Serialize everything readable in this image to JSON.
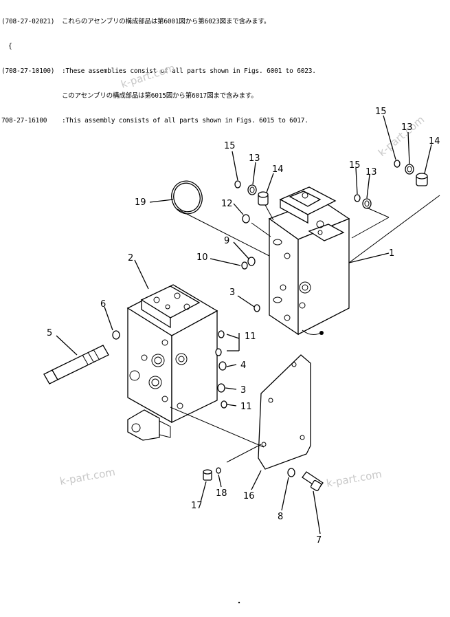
{
  "header": {
    "row1_code": "(708-27-02021)",
    "brace": "{",
    "row2_jp": "これらのアセンブリの構成部品は第6001図から第6023図まで含みます。",
    "row3_code": "(708-27-10100)",
    "row3_sep": ":",
    "row3_text": "These assemblies consist of all parts shown in Figs. 6001 to 6023.",
    "row4_jp": "このアセンブリの構成部品は第6015図から第6017図まで含みます。",
    "row5_code": "708-27-16100",
    "row5_sep": ":",
    "row5_text": "This assembly consists of all parts shown in Figs. 6015 to 6017."
  },
  "watermarks": [
    "k-part.com",
    "k-part.com",
    "k-part.com",
    "k-part.com"
  ],
  "callouts": {
    "c1": "1",
    "c2": "2",
    "c3a": "3",
    "c3b": "3",
    "c4": "4",
    "c5": "5",
    "c6": "6",
    "c7": "7",
    "c8": "8",
    "c9": "9",
    "c10": "10",
    "c11a": "11",
    "c11b": "11",
    "c12": "12",
    "c13a": "13",
    "c13b": "13",
    "c13c": "13",
    "c14a": "14",
    "c14b": "14",
    "c15a": "15",
    "c15b": "15",
    "c15c": "15",
    "c16": "16",
    "c17": "17",
    "c18": "18",
    "c19": "19"
  }
}
